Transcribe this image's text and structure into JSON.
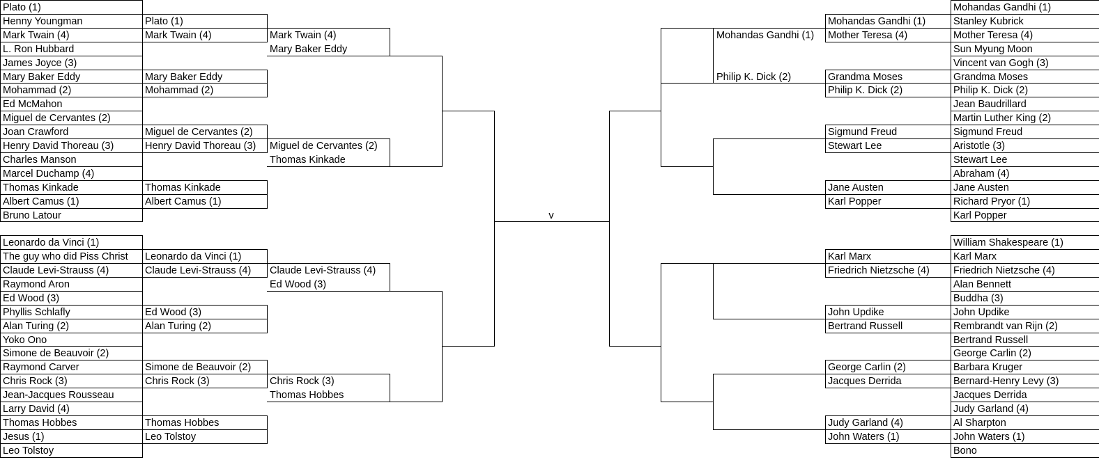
{
  "center": {
    "label": "v"
  },
  "left": {
    "round1": [
      [
        "Plato (1)",
        "Henny Youngman"
      ],
      [
        "Mark Twain (4)",
        "L. Ron Hubbard"
      ],
      [
        "James Joyce (3)",
        "Mary Baker Eddy"
      ],
      [
        "Mohammad (2)",
        "Ed McMahon"
      ],
      [
        "Miguel de Cervantes (2)",
        "Joan Crawford"
      ],
      [
        "Henry David Thoreau (3)",
        "Charles Manson"
      ],
      [
        "Marcel Duchamp (4)",
        "Thomas Kinkade"
      ],
      [
        "Albert Camus (1)",
        "Bruno Latour"
      ],
      [
        "Leonardo da Vinci (1)",
        "The guy who did Piss Christ"
      ],
      [
        "Claude Levi-Strauss (4)",
        "Raymond Aron"
      ],
      [
        "Ed Wood (3)",
        "Phyllis Schlafly"
      ],
      [
        "Alan Turing (2)",
        "Yoko Ono"
      ],
      [
        "Simone de Beauvoir (2)",
        "Raymond Carver"
      ],
      [
        "Chris Rock (3)",
        "Jean-Jacques Rousseau"
      ],
      [
        "Larry David (4)",
        "Thomas Hobbes"
      ],
      [
        "Jesus (1)",
        "Leo Tolstoy"
      ]
    ],
    "round2": [
      [
        "Plato (1)",
        "Mark Twain (4)"
      ],
      [
        "Mary Baker Eddy",
        "Mohammad (2)"
      ],
      [
        "Miguel de Cervantes (2)",
        "Henry David Thoreau (3)"
      ],
      [
        "Thomas Kinkade",
        "Albert Camus (1)"
      ],
      [
        "Leonardo da Vinci (1)",
        "Claude Levi-Strauss (4)"
      ],
      [
        "Ed Wood (3)",
        "Alan Turing (2)"
      ],
      [
        "Simone de Beauvoir (2)",
        "Chris Rock (3)"
      ],
      [
        "Thomas Hobbes",
        "Leo Tolstoy"
      ]
    ],
    "round3": [
      [
        "Mark Twain (4)",
        "Mary Baker Eddy"
      ],
      [
        "Miguel de Cervantes (2)",
        "Thomas Kinkade"
      ],
      [
        "Claude Levi-Strauss (4)",
        "Ed Wood (3)"
      ],
      [
        "Chris Rock (3)",
        "Thomas Hobbes"
      ]
    ]
  },
  "right": {
    "round1": [
      [
        "Mohandas Gandhi (1)",
        "Stanley Kubrick"
      ],
      [
        "Mother Teresa (4)",
        "Sun Myung Moon"
      ],
      [
        "Vincent van Gogh (3)",
        "Grandma Moses"
      ],
      [
        "Philip K. Dick (2)",
        "Jean Baudrillard"
      ],
      [
        "Martin Luther King (2)",
        "Sigmund Freud"
      ],
      [
        "Aristotle (3)",
        "Stewart Lee"
      ],
      [
        "Abraham (4)",
        "Jane Austen"
      ],
      [
        "Richard Pryor (1)",
        "Karl Popper"
      ],
      [
        "William Shakespeare (1)",
        "Karl Marx"
      ],
      [
        "Friedrich Nietzsche (4)",
        "Alan Bennett"
      ],
      [
        "Buddha (3)",
        "John Updike"
      ],
      [
        "Rembrandt van Rijn (2)",
        "Bertrand Russell"
      ],
      [
        "George Carlin (2)",
        "Barbara Kruger"
      ],
      [
        "Bernard-Henry Levy (3)",
        "Jacques Derrida"
      ],
      [
        "Judy Garland (4)",
        "Al Sharpton"
      ],
      [
        "John Waters (1)",
        "Bono"
      ]
    ],
    "round2": [
      [
        "Mohandas Gandhi (1)",
        "Mother Teresa (4)"
      ],
      [
        "Grandma Moses",
        "Philip K. Dick (2)"
      ],
      [
        "Sigmund Freud",
        "Stewart Lee"
      ],
      [
        "Jane Austen",
        "Karl Popper"
      ],
      [
        "Karl Marx",
        "Friedrich Nietzsche (4)"
      ],
      [
        "John Updike",
        "Bertrand Russell"
      ],
      [
        "George Carlin (2)",
        "Jacques Derrida"
      ],
      [
        "Judy Garland (4)",
        "John Waters (1)"
      ]
    ],
    "round3": [
      [
        "Mohandas Gandhi (1)",
        "Philip K. Dick (2)"
      ]
    ]
  }
}
